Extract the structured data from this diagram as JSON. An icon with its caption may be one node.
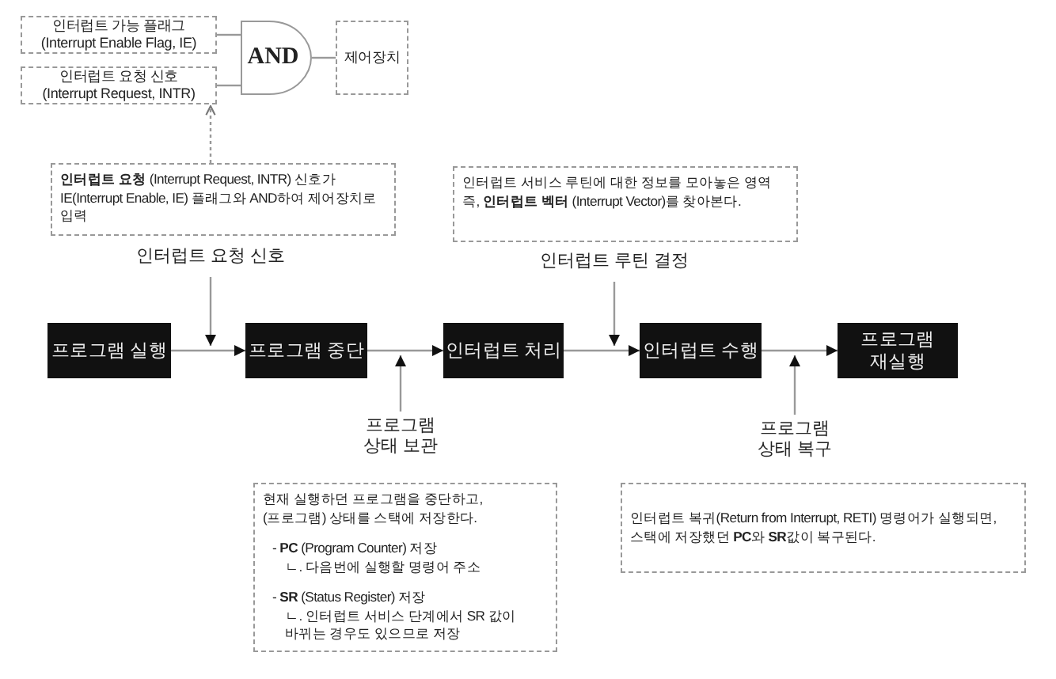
{
  "diagram": {
    "nodes": [
      {
        "text": [
          "인터럽트 가능 플래그",
          "(Interrupt Enable Flag, IE)"
        ]
      },
      {
        "text": [
          "인터럽트 요청 신호",
          "(Interrupt Request, INTR)"
        ]
      },
      {
        "text": [
          "AND"
        ]
      },
      {
        "text": [
          "제어장치"
        ]
      },
      {
        "text": [
          "**인터럽트 요청** (Interrupt Request, INTR) 신호가 IE(Interrupt Enable, IE) 플래그와 AND하여 제어장치로 입력"
        ]
      },
      {
        "text": [
          "인터럽트 요청 신호"
        ]
      },
      {
        "text": [
          "프로그램 실행"
        ]
      },
      {
        "text": [
          "프로그램 중단"
        ]
      },
      {
        "text": [
          "인터럽트 처리"
        ]
      },
      {
        "text": [
          "인터럽트 수행"
        ]
      },
      {
        "text": [
          "프로그램 재실행"
        ]
      },
      {
        "text": [
          "인터럽트 서비스 루틴에 대한 정보를 모아놓은 영역 즉, **인터럽트 벡터** (Interrupt Vector)를 찾아본다."
        ]
      },
      {
        "text": [
          "인터럽트 루틴 결정"
        ]
      },
      {
        "text": [
          "프로그램 상태 보관"
        ]
      },
      {
        "text": [
          "현재 실행하던 프로그램을 중단하고, (프로그램) 상태를 스택에 저장한다.",
          "- **PC** (Program Counter) 저장",
          "ㄴ. 다음번에 실행할 명령어 주소",
          "- **SR** (Status Register) 저장",
          "ㄴ. 인터럽트 서비스 단계에서 SR 값이 바뀌는 경우도 있으므로 저장"
        ]
      },
      {
        "text": [
          "프로그램 상태 복구"
        ]
      },
      {
        "text": [
          "인터럽트 복귀(Return from Interrupt, RETI) 명령어가 실행되면, 스택에 저장했던 **PC**와 **SR**값이 복구된다."
        ]
      }
    ],
    "edges": [
      {
        "from": 0,
        "to": 2,
        "arrow": "none"
      },
      {
        "from": 1,
        "to": 2,
        "arrow": "none"
      },
      {
        "from": 2,
        "to": 3,
        "arrow": "none"
      },
      {
        "from": 4,
        "to": 1,
        "arrow": "to",
        "style": "dashed"
      },
      {
        "from": 5,
        "to": 7,
        "arrow": "to"
      },
      {
        "from": 6,
        "to": 7,
        "arrow": "to"
      },
      {
        "from": 7,
        "to": 8,
        "arrow": "to"
      },
      {
        "from": 8,
        "to": 9,
        "arrow": "to"
      },
      {
        "from": 9,
        "to": 10,
        "arrow": "to"
      },
      {
        "from": 12,
        "to": 9,
        "arrow": "to"
      },
      {
        "from": 13,
        "to": 7,
        "arrow": "to"
      },
      {
        "from": 15,
        "to": 9,
        "arrow": "to"
      }
    ]
  }
}
